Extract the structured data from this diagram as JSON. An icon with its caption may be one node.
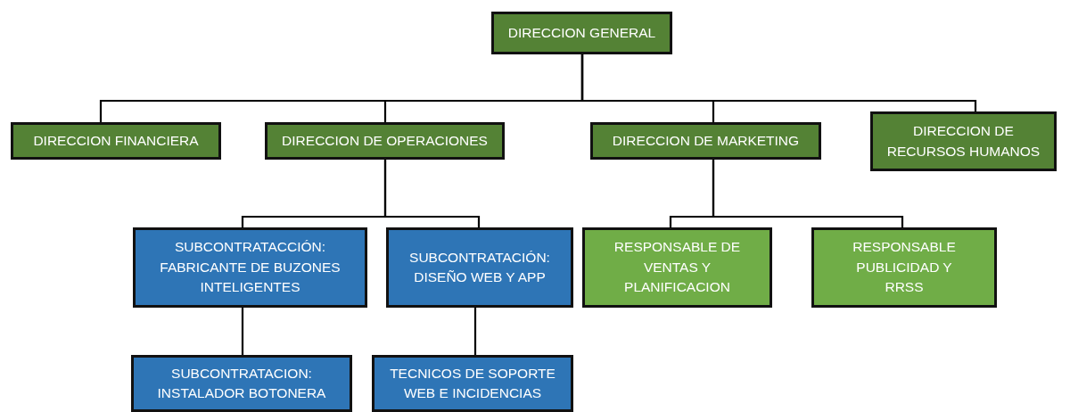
{
  "diagram": {
    "nodes": [
      {
        "text": [
          "DIRECCION GENERAL"
        ]
      },
      {
        "text": [
          "DIRECCION FINANCIERA"
        ]
      },
      {
        "text": [
          "DIRECCION DE OPERACIONES"
        ]
      },
      {
        "text": [
          "DIRECCION DE MARKETING"
        ]
      },
      {
        "text": [
          "DIRECCION DE RECURSOS HUMANOS"
        ]
      },
      {
        "text": [
          "SUBCONTRATACCIÓN: FABRICANTE DE BUZONES INTELIGENTES"
        ]
      },
      {
        "text": [
          "SUBCONTRATACIÓN: DISEÑO WEB Y APP"
        ]
      },
      {
        "text": [
          "RESPONSABLE DE VENTAS Y PLANIFICACION"
        ]
      },
      {
        "text": [
          "RESPONSABLE PUBLICIDAD Y RRSS"
        ]
      },
      {
        "text": [
          "SUBCONTRATACION: INSTALADOR BOTONERA"
        ]
      },
      {
        "text": [
          "TECNICOS DE SOPORTE WEB E INCIDENCIAS"
        ]
      }
    ],
    "edges": [
      {
        "from": 0,
        "to": 1,
        "arrow": "none"
      },
      {
        "from": 0,
        "to": 2,
        "arrow": "none"
      },
      {
        "from": 0,
        "to": 3,
        "arrow": "none"
      },
      {
        "from": 0,
        "to": 4,
        "arrow": "none"
      },
      {
        "from": 2,
        "to": 5,
        "arrow": "none"
      },
      {
        "from": 2,
        "to": 6,
        "arrow": "none"
      },
      {
        "from": 3,
        "to": 7,
        "arrow": "none"
      },
      {
        "from": 3,
        "to": 8,
        "arrow": "none"
      },
      {
        "from": 5,
        "to": 9,
        "arrow": "none"
      },
      {
        "from": 6,
        "to": 10,
        "arrow": "none"
      }
    ]
  }
}
